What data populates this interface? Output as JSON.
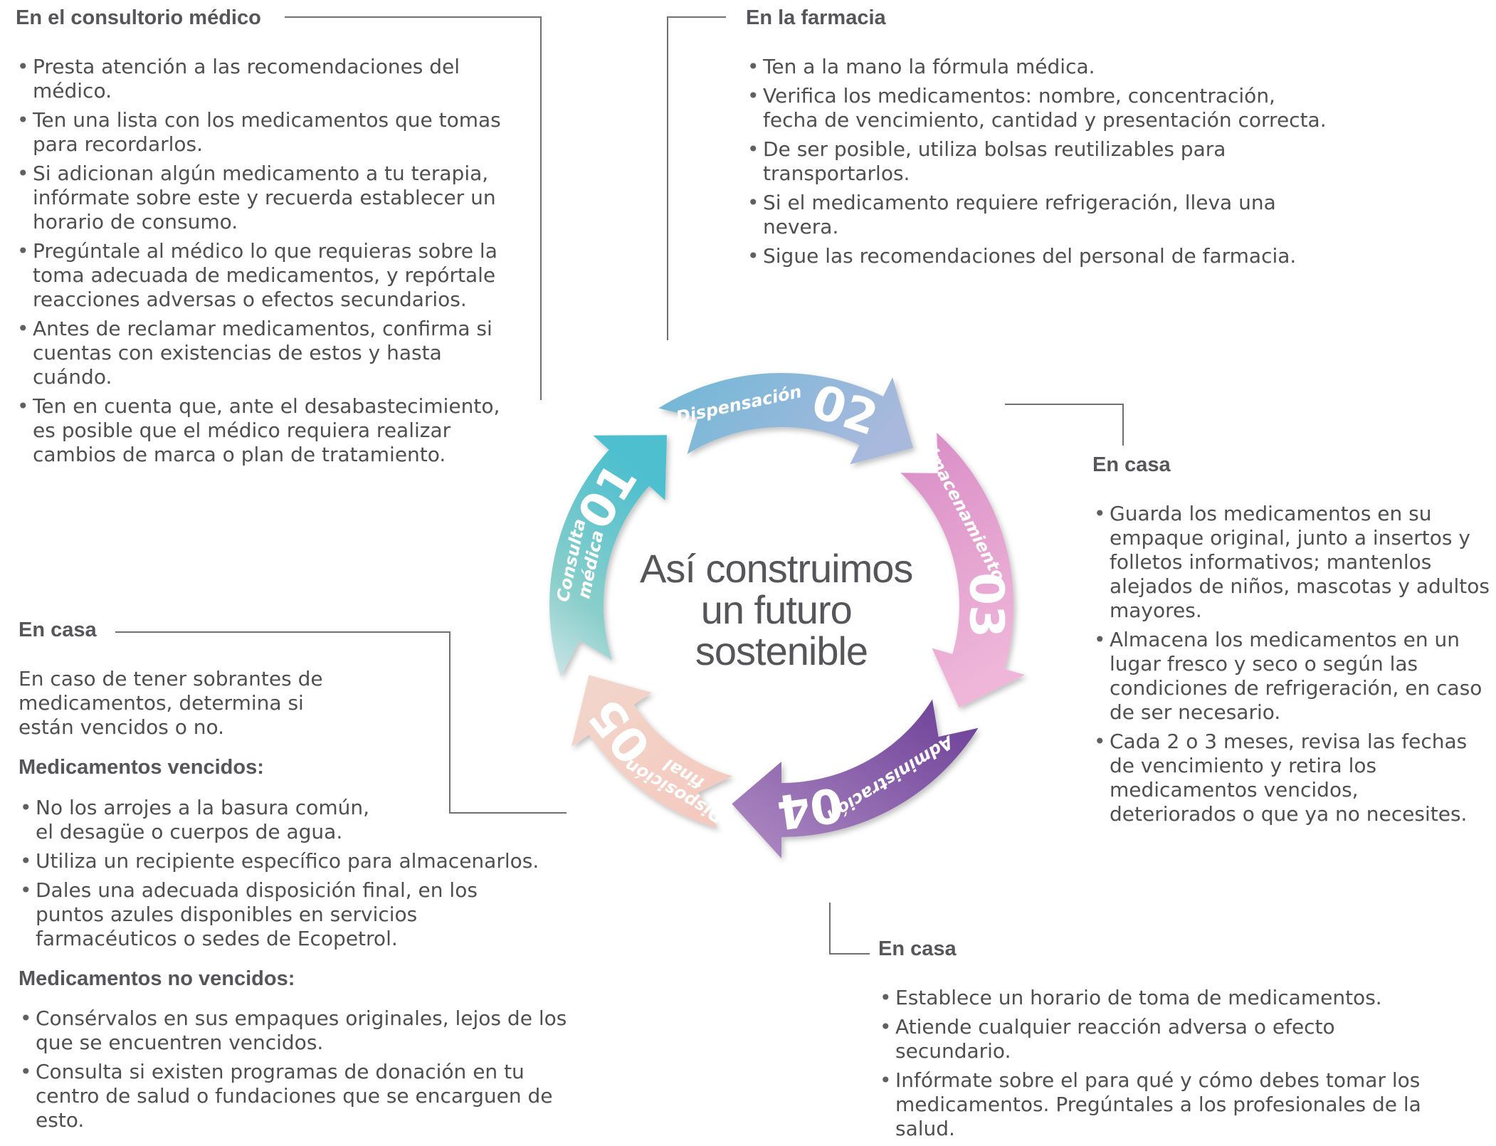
{
  "center_title": [
    "Así construimos",
    "un futuro",
    "sostenible"
  ],
  "colors": {
    "step1": "#5cc0c9",
    "step2": "#8ab6dc",
    "step3": "#e2a2cf",
    "step4": "#7b4fa2",
    "step5": "#f1c3b6",
    "text": "#4f4f51",
    "center_text": "#55555a"
  },
  "steps": [
    {
      "number": "01",
      "label": [
        "Consulta",
        "médica"
      ]
    },
    {
      "number": "02",
      "label": [
        "Dispensación"
      ]
    },
    {
      "number": "03",
      "label": [
        "Almacenamiento"
      ]
    },
    {
      "number": "04",
      "label": [
        "Administración"
      ]
    },
    {
      "number": "05",
      "label": [
        "Disposición",
        "final"
      ]
    }
  ],
  "consultorio": {
    "title": "En el consultorio médico",
    "items": [
      "Presta atención a las recomendaciones del médico.",
      "Ten una lista con los medicamentos que tomas para recordarlos.",
      "Si adicionan algún medicamento a tu terapia, infórmate sobre este y recuerda establecer un horario de consumo.",
      "Pregúntale al médico lo que requieras sobre la toma adecuada de medicamentos, y repórtale reacciones adversas o efectos secundarios.",
      "Antes de reclamar medicamentos, confirma si cuentas con existencias de estos y hasta cuándo.",
      "Ten en cuenta que, ante el desabastecimiento, es posible que el médico requiera realizar cambios de marca o plan de tratamiento."
    ]
  },
  "farmacia": {
    "title": "En la farmacia",
    "items": [
      "Ten a la mano la fórmula médica.",
      "Verifica los medicamentos: nombre, concentración, fecha de vencimiento, cantidad y presentación correcta.",
      "De ser posible, utiliza bolsas reutilizables para transportarlos.",
      "Si el medicamento requiere refrigeración, lleva una nevera.",
      "Sigue las recomendaciones del personal de farmacia."
    ]
  },
  "casa_almacenamiento": {
    "title": "En casa",
    "items": [
      "Guarda los medicamentos en su empaque original, junto a insertos y folletos informativos; mantenlos alejados de niños, mascotas y adultos mayores.",
      "Almacena los medicamentos en un lugar fresco y seco o según las condiciones de refrigeración, en caso de ser necesario.",
      "Cada 2 o 3 meses, revisa las fechas de vencimiento y retira los medicamentos vencidos, deteriorados o que ya no necesites."
    ]
  },
  "casa_administracion": {
    "title": "En casa",
    "items": [
      "Establece un horario de toma de medicamentos.",
      "Atiende cualquier reacción adversa o efecto secundario.",
      "Infórmate sobre el para qué y cómo debes tomar los medicamentos. Pregúntales a los profesionales de la salud."
    ]
  },
  "casa_disposicion": {
    "title": "En casa",
    "intro": "En caso de tener sobrantes de medicamentos, determina si están vencidos o no.",
    "vencidos_title": "Medicamentos vencidos:",
    "vencidos_items": [
      "No los arrojes a la basura común, el desagüe o cuerpos de agua.",
      "Utiliza un recipiente específico para almacenarlos.",
      "Dales una adecuada disposición final, en los puntos azules disponibles en servicios farmacéuticos o sedes de Ecopetrol."
    ],
    "no_vencidos_title": "Medicamentos no vencidos:",
    "no_vencidos_items": [
      "Consérvalos en sus empaques originales, lejos de los que se encuentren vencidos.",
      "Consulta si existen programas de donación en tu centro de salud o fundaciones que se encarguen de esto."
    ]
  }
}
